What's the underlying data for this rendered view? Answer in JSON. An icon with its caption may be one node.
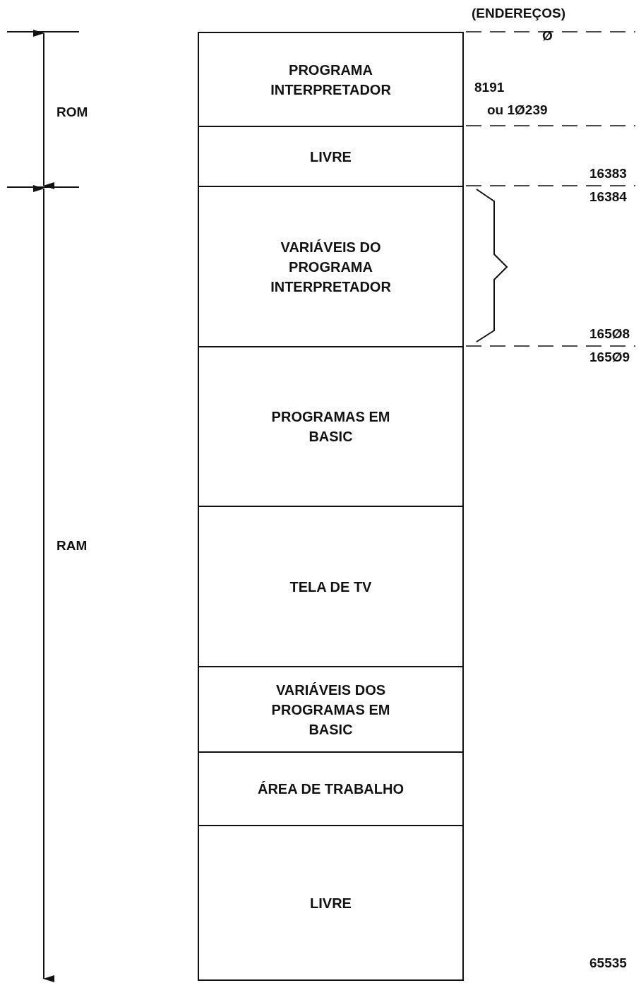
{
  "diagram": {
    "nodes": [
      {
        "text": [
          "PROGRAMA INTERPRETADOR"
        ]
      },
      {
        "text": [
          "LIVRE"
        ]
      },
      {
        "text": [
          "VARIÁVEIS DO PROGRAMA INTERPRETADOR"
        ]
      },
      {
        "text": [
          "PROGRAMAS EM BASIC"
        ]
      },
      {
        "text": [
          "TELA DE TV"
        ]
      },
      {
        "text": [
          "VARIÁVEIS DOS PROGRAMAS EM BASIC"
        ]
      },
      {
        "text": [
          "ÁREA DE TRABALHO"
        ]
      },
      {
        "text": [
          "LIVRE"
        ]
      }
    ],
    "edges": [],
    "labels": [
      "(ENDEREÇOS)",
      "Ø",
      "8191",
      "ROM",
      "ou 1Ø239",
      "16383",
      "16384",
      "165Ø8",
      "165Ø9",
      "RAM",
      "65535"
    ]
  }
}
